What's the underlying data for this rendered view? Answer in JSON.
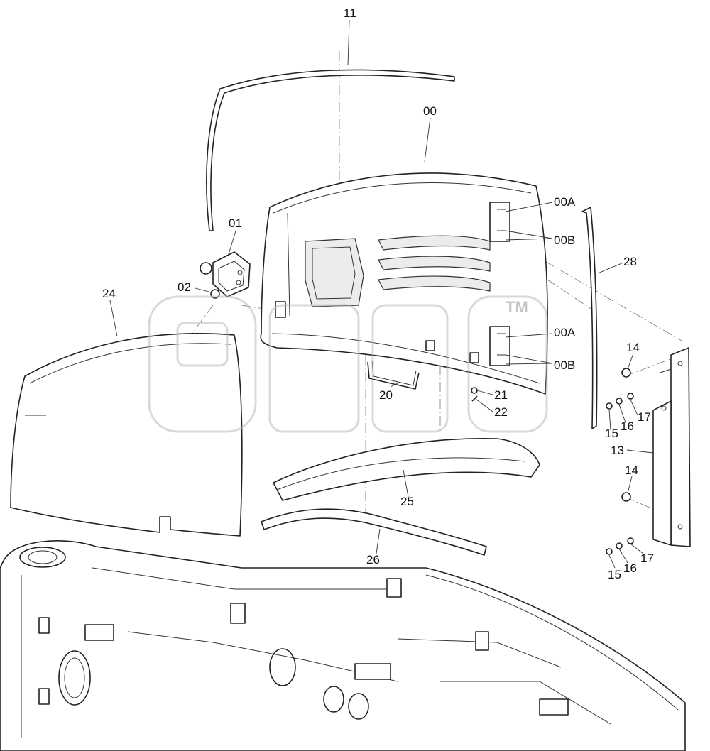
{
  "diagram": {
    "callouts": {
      "c11": "11",
      "c00": "00",
      "c00A_top": "00A",
      "c00B_top": "00B",
      "c28": "28",
      "c01": "01",
      "c02": "02",
      "c24": "24",
      "c00A_bot": "00A",
      "c00B_bot": "00B",
      "c14_top": "14",
      "c20": "20",
      "c21": "21",
      "c22": "22",
      "c15_top": "15",
      "c16_top": "16",
      "c17_top": "17",
      "c13": "13",
      "c14_bot": "14",
      "c25": "25",
      "c26": "26",
      "c15_bot": "15",
      "c16_bot": "16",
      "c17_bot": "17"
    },
    "watermark": {
      "trademark": "TM"
    }
  }
}
